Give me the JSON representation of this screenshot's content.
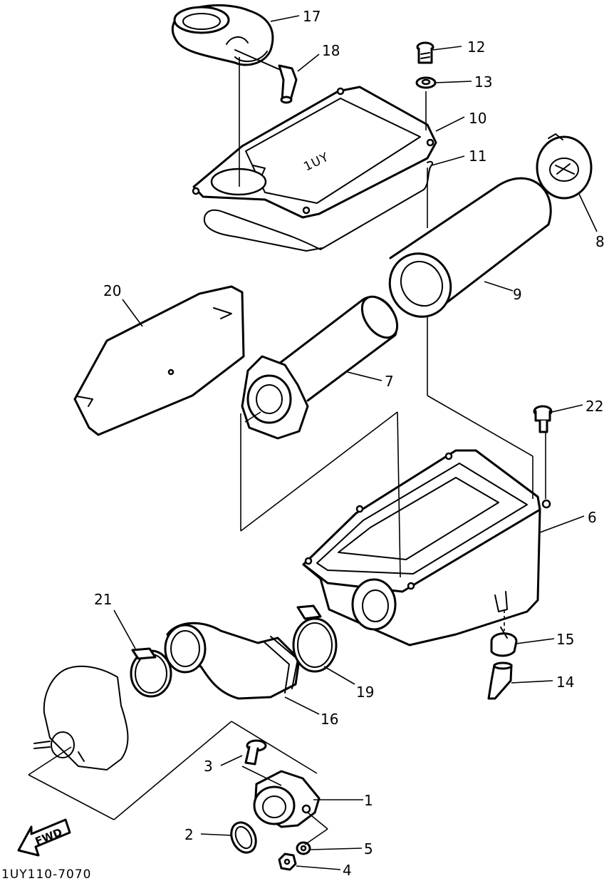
{
  "diagram": {
    "drawing_code": "1UY110-7070",
    "direction_badge": "FWD",
    "cover_marking": "1UY",
    "callouts": [
      {
        "id": "c1",
        "label": "1"
      },
      {
        "id": "c2",
        "label": "2"
      },
      {
        "id": "c3",
        "label": "3"
      },
      {
        "id": "c4",
        "label": "4"
      },
      {
        "id": "c5",
        "label": "5"
      },
      {
        "id": "c6",
        "label": "6"
      },
      {
        "id": "c7",
        "label": "7"
      },
      {
        "id": "c8",
        "label": "8"
      },
      {
        "id": "c9",
        "label": "9"
      },
      {
        "id": "c10",
        "label": "10"
      },
      {
        "id": "c11",
        "label": "11"
      },
      {
        "id": "c12",
        "label": "12"
      },
      {
        "id": "c13",
        "label": "13"
      },
      {
        "id": "c14",
        "label": "14"
      },
      {
        "id": "c15",
        "label": "15"
      },
      {
        "id": "c16",
        "label": "16"
      },
      {
        "id": "c17",
        "label": "17"
      },
      {
        "id": "c18",
        "label": "18"
      },
      {
        "id": "c19",
        "label": "19"
      },
      {
        "id": "c20",
        "label": "20"
      },
      {
        "id": "c21",
        "label": "21"
      },
      {
        "id": "c22",
        "label": "22"
      }
    ]
  }
}
